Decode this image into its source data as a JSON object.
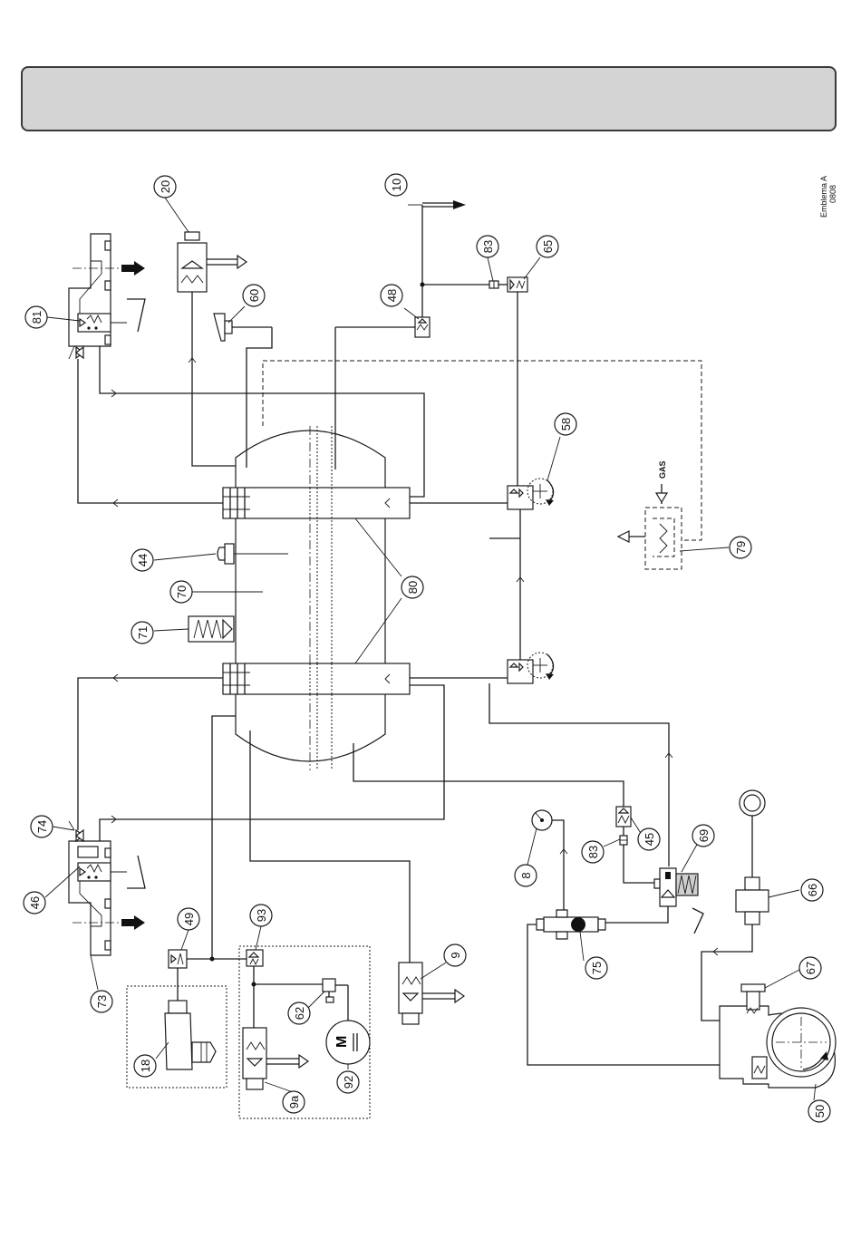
{
  "doc": {
    "code_line1": "Emblema A",
    "code_line2": "0808",
    "gas_label": "GAS",
    "motor_label": "M"
  },
  "callouts": {
    "c81": "81",
    "c20": "20",
    "c60": "60",
    "c10": "10",
    "c83a": "83",
    "c65": "65",
    "c48": "48",
    "c58": "58",
    "c79": "79",
    "c44": "44",
    "c70": "70",
    "c80": "80",
    "c71": "71",
    "c74": "74",
    "c46": "46",
    "c73": "73",
    "c49": "49",
    "c93": "93",
    "c62": "62",
    "c92": "92",
    "c9a": "9a",
    "c18": "18",
    "c9": "9",
    "c8": "8",
    "c83b": "83",
    "c45": "45",
    "c69": "69",
    "c66": "66",
    "c75": "75",
    "c67": "67",
    "c50": "50"
  }
}
